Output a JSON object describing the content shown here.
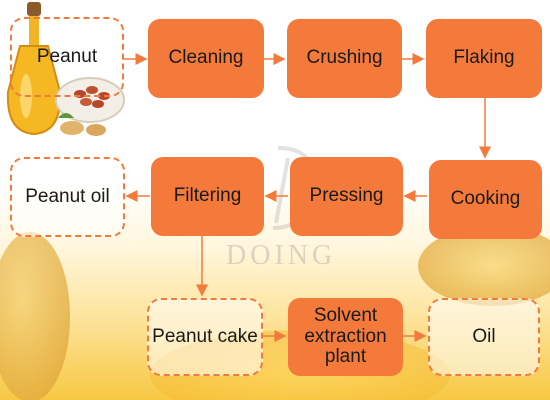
{
  "nodes": {
    "peanut": "Peanut",
    "cleaning": "Cleaning",
    "crushing": "Crushing",
    "flaking": "Flaking",
    "cooking": "Cooking",
    "pressing": "Pressing",
    "filtering": "Filtering",
    "peanut_oil": "Peanut oil",
    "peanut_cake": "Peanut cake",
    "solvent_extraction": "Solvent extraction plant",
    "oil": "Oil"
  },
  "watermark": "DOING",
  "colors": {
    "accent": "#f47a3c",
    "arrow": "#f47a3c"
  },
  "edges": [
    [
      "peanut",
      "cleaning"
    ],
    [
      "cleaning",
      "crushing"
    ],
    [
      "crushing",
      "flaking"
    ],
    [
      "flaking",
      "cooking"
    ],
    [
      "cooking",
      "pressing"
    ],
    [
      "pressing",
      "filtering"
    ],
    [
      "filtering",
      "peanut_oil"
    ],
    [
      "filtering",
      "peanut_cake"
    ],
    [
      "peanut_cake",
      "solvent_extraction"
    ],
    [
      "solvent_extraction",
      "oil"
    ]
  ]
}
